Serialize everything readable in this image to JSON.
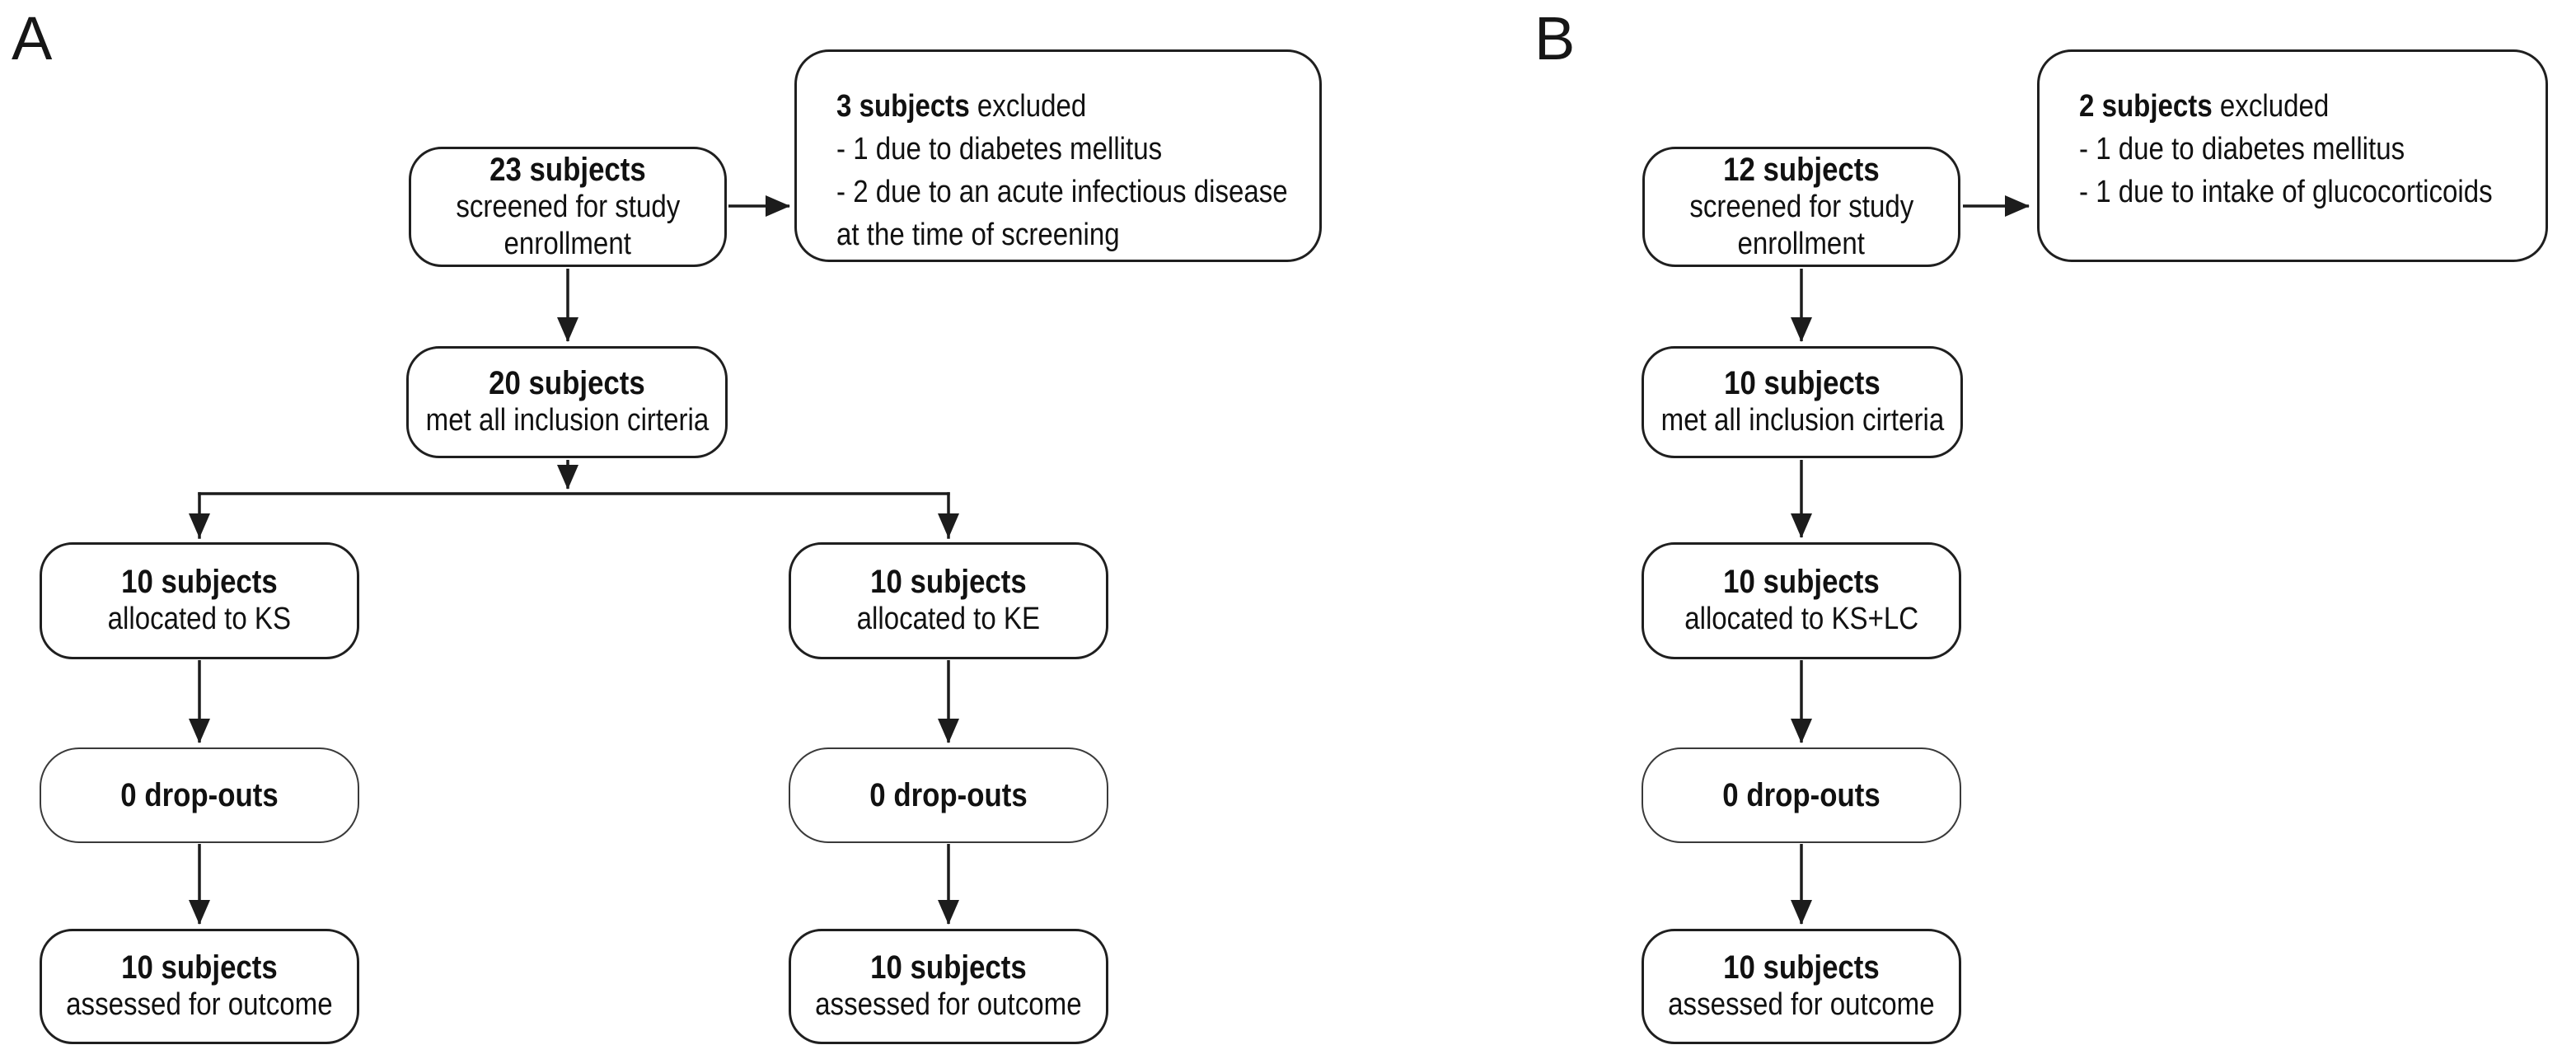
{
  "colors": {
    "line": "#1c1c1c",
    "text": "#111111",
    "box_background": "#ffffff"
  },
  "panel_a": {
    "label": "A",
    "screened": {
      "count": "23 subjects",
      "line2": "screened for study",
      "line3": "enrollment"
    },
    "excluded": {
      "count": "3 subjects",
      "suffix": " excluded",
      "items": [
        "- 1 due to diabetes mellitus",
        "- 2 due to an acute infectious disease",
        "at the time of screening"
      ]
    },
    "inclusion": {
      "count": "20 subjects",
      "line2": "met all inclusion cirteria"
    },
    "alloc_ks": {
      "count": "10 subjects",
      "line2": "allocated to KS"
    },
    "alloc_ke": {
      "count": "10 subjects",
      "line2": "allocated to KE"
    },
    "dropouts_ks": {
      "label": "0 drop-outs"
    },
    "dropouts_ke": {
      "label": "0 drop-outs"
    },
    "assessed_ks": {
      "count": "10 subjects",
      "line2": "assessed for outcome"
    },
    "assessed_ke": {
      "count": "10 subjects",
      "line2": "assessed for outcome"
    }
  },
  "panel_b": {
    "label": "B",
    "screened": {
      "count": "12 subjects",
      "line2": "screened for study",
      "line3": "enrollment"
    },
    "excluded": {
      "count": "2 subjects",
      "suffix": " excluded",
      "items": [
        "- 1 due to diabetes mellitus",
        "- 1 due to intake of glucocorticoids"
      ]
    },
    "inclusion": {
      "count": "10 subjects",
      "line2": "met all inclusion cirteria"
    },
    "alloc": {
      "count": "10 subjects",
      "line2": "allocated to KS+LC"
    },
    "dropouts": {
      "label": "0 drop-outs"
    },
    "assessed": {
      "count": "10 subjects",
      "line2": "assessed for outcome"
    }
  }
}
